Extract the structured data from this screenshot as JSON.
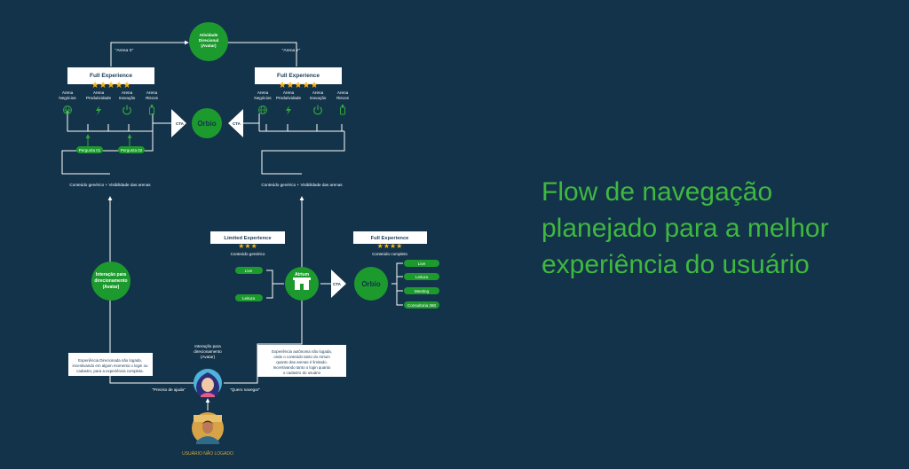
{
  "colors": {
    "background": "#13334a",
    "accent_green": "#1d9a2e",
    "headline_green": "#3fb83f",
    "star": "#f3b31b"
  },
  "top_node": {
    "lines": [
      "Atividade",
      "Direcional",
      "(Avatar)"
    ]
  },
  "arena_left_label": "\"Arena X\"",
  "arena_right_label": "\"Arena Y\"",
  "full_experience_left": {
    "title": "Full Experience",
    "stars": "★★★★★"
  },
  "full_experience_right": {
    "title": "Full Experience",
    "stars": "★★★★★"
  },
  "arenas_left": [
    {
      "l1": "Arena",
      "l2": "Negócios",
      "icon": "globe-icon"
    },
    {
      "l1": "Arena",
      "l2": "Produtividade",
      "icon": "lightning-icon"
    },
    {
      "l1": "Arena",
      "l2": "Inovação",
      "icon": "power-icon"
    },
    {
      "l1": "Arena",
      "l2": "Riscos",
      "icon": "bottle-icon"
    }
  ],
  "arenas_right": [
    {
      "l1": "Arena",
      "l2": "Negócios",
      "icon": "globe-icon"
    },
    {
      "l1": "Arena",
      "l2": "Produtividade",
      "icon": "lightning-icon"
    },
    {
      "l1": "Arena",
      "l2": "Inovação",
      "icon": "power-icon"
    },
    {
      "l1": "Arena",
      "l2": "Riscos",
      "icon": "bottle-icon"
    }
  ],
  "orbio_label": "Orbio",
  "cta_label": "CTA",
  "question_pills": [
    "Pergunta 01",
    "Pergunta 02"
  ],
  "content_label_left": "Conteúdo genérico + Visibilidade das arenas",
  "content_label_right": "Conteúdo genérico + Visibilidade das arenas",
  "interaction_node": {
    "lines": [
      "Interação para",
      "direcionamento",
      "(Avatar)"
    ]
  },
  "limited_experience": {
    "title": "Limited Experience",
    "stars": "★★★",
    "subtitle": "Conteúdo genérico"
  },
  "full_experience_bottom": {
    "title": "Full Experience",
    "stars": "★★★★",
    "subtitle": "Conteúdo completo"
  },
  "atrium_label": "Atrium",
  "limited_pills": [
    "Live",
    "Leitura"
  ],
  "full_pills": [
    "Live",
    "Leitura",
    "Meeting",
    "Consultoria 360"
  ],
  "note_left": {
    "lines": [
      "Experiência Direcionada não logada,",
      "incentivando em algum momento o login ou",
      "cadastro, para a experiência completa."
    ]
  },
  "note_right": {
    "lines": [
      "Experiência autônoma não logada,",
      "onde o conteúdo tanto do Atrium",
      "quanto das arenas é limitado.",
      "Incentivando tanto o login quanto",
      "o cadastro do usuário"
    ]
  },
  "avatar_label": {
    "lines": [
      "Interação para",
      "direcionamento",
      "(Avatar)"
    ]
  },
  "path_left_label": "\"Preciso de ajuda\"",
  "path_right_label": "\"Quero navegar\"",
  "user_label": "USUÁRIO NÃO LOGADO",
  "headline": [
    "Flow de navegação",
    "planejado para a melhor",
    "experiência do usuário"
  ]
}
